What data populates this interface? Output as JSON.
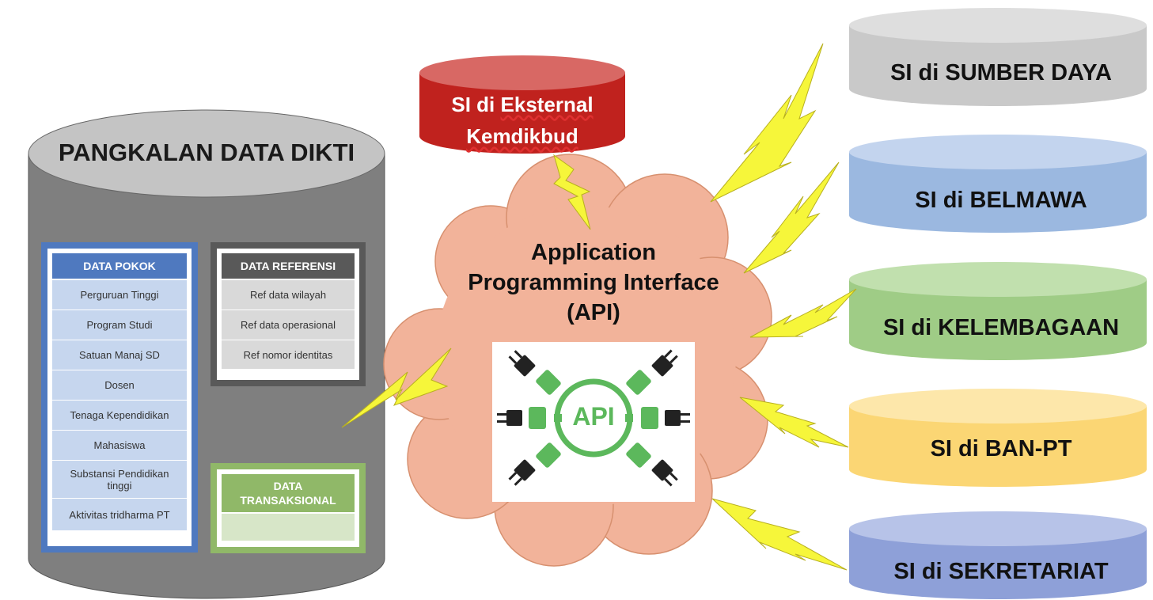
{
  "pangkalan": {
    "title": "PANGKALAN DATA DIKTI",
    "data_pokok": {
      "header": "DATA POKOK",
      "items": [
        "Perguruan Tinggi",
        "Program Studi",
        "Satuan Manaj SD",
        "Dosen",
        "Tenaga Kependidikan",
        "Mahasiswa",
        "Substansi Pendidikan tinggi",
        "Aktivitas tridharma PT"
      ]
    },
    "data_referensi": {
      "header": "DATA REFERENSI",
      "items": [
        "Ref data wilayah",
        "Ref data operasional",
        "Ref nomor identitas"
      ]
    },
    "data_transaksional": {
      "header": "DATA TRANSAKSIONAL"
    }
  },
  "eksternal": {
    "line1": "SI di Eksternal",
    "line1_plain": "SI di ",
    "line1_underlined": "Eksternal",
    "line2": "Kemdikbud"
  },
  "api": {
    "line1": "Application",
    "line2": "Programming Interface",
    "line3": "(API)",
    "logo_text": "API"
  },
  "systems": [
    {
      "label": "SI di SUMBER DAYA",
      "color": "#c9c9c9",
      "top_color": "#dedede"
    },
    {
      "label": "SI di BELMAWA",
      "color": "#9bb8e0",
      "top_color": "#c3d4ee"
    },
    {
      "label": "SI di KELEMBAGAAN",
      "color": "#9fcc86",
      "top_color": "#c1e0ae"
    },
    {
      "label": "SI di BAN-PT",
      "color": "#fbd674",
      "top_color": "#fde7aa"
    },
    {
      "label": "SI di SEKRETARIAT",
      "color": "#8ea0d8",
      "top_color": "#b7c3e8"
    }
  ],
  "colors": {
    "db_gray": "#7f7f7f",
    "db_top": "#c0c0c0",
    "data_pokok_blue": "#4f79bf",
    "data_referensi_dark": "#595959",
    "data_transaksional_green": "#90b868",
    "eksternal_red": "#c0221e",
    "cloud": "#f2b39a",
    "lightning": "#f6f63a",
    "api_green": "#5cb85c"
  }
}
